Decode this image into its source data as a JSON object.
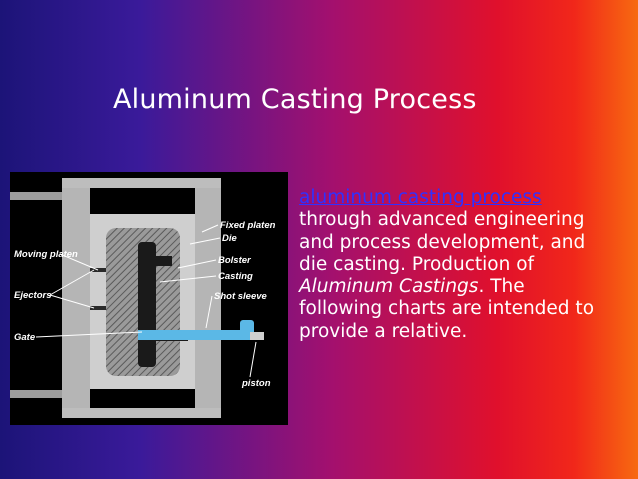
{
  "slide": {
    "title": "Aluminum Casting Process",
    "body": {
      "link_text": "aluminum casting process",
      "text_1": "through advanced engineering and process development, and die casting. Production of ",
      "italic_text": "Aluminum Castings",
      "text_2": ". The following charts are intended to provide a relative."
    }
  },
  "diagram": {
    "labels": {
      "fixed_platen": "Fixed platen",
      "die": "Die",
      "bolster": "Bolster",
      "casting": "Casting",
      "shot_sleeve": "Shot sleeve",
      "moving_platen": "Moving platen",
      "ejectors": "Ejectors",
      "gate": "Gate",
      "piston": "piston"
    }
  },
  "colors": {
    "link": "#3030ff",
    "text": "#ffffff",
    "gradient_left": "#1c1478",
    "gradient_right": "#f76a10"
  }
}
